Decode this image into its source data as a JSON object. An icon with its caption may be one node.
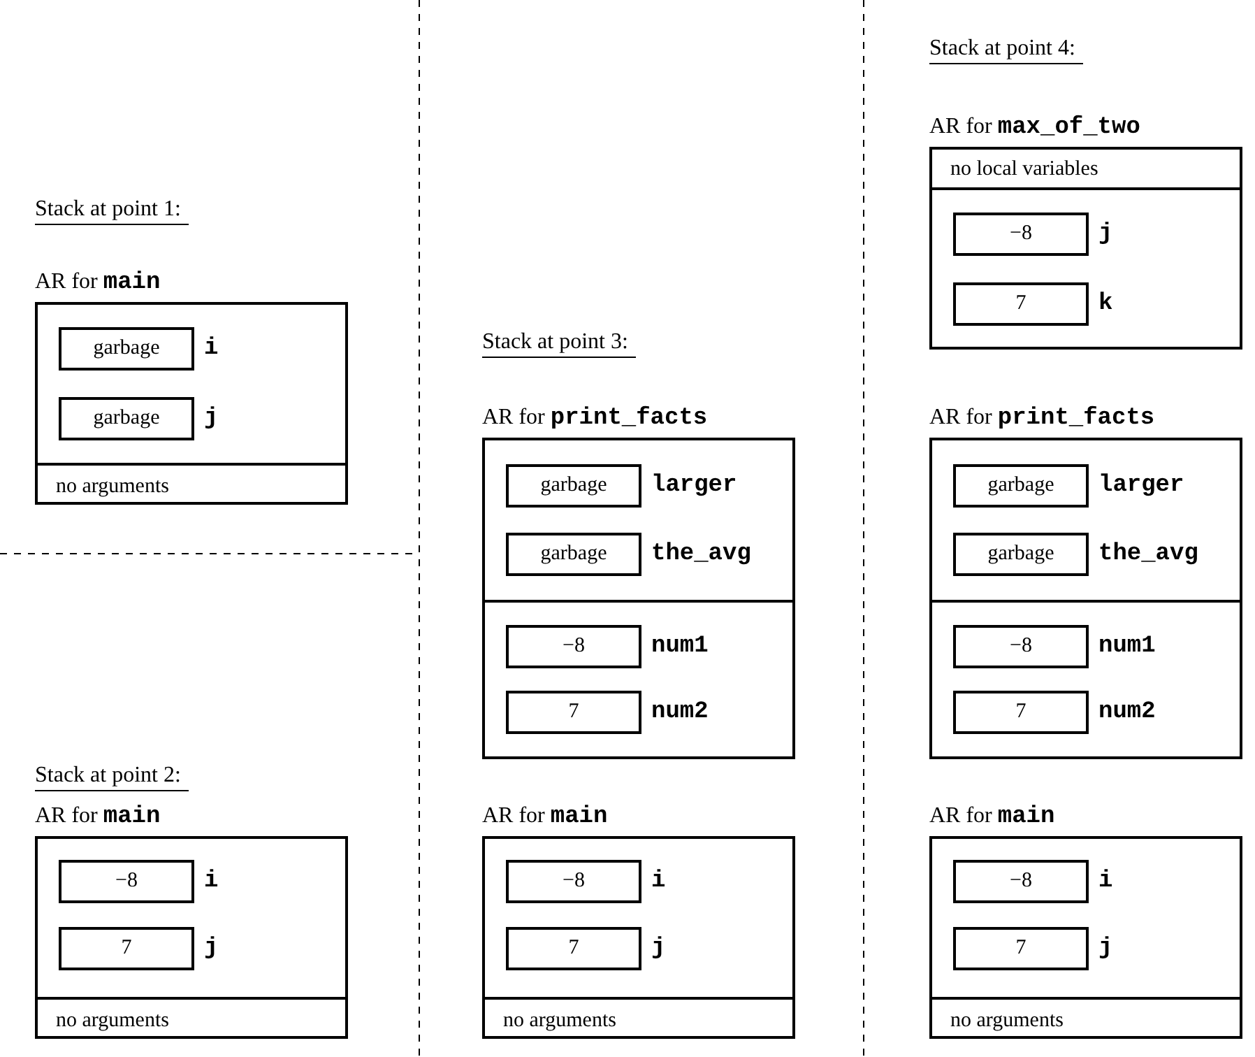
{
  "diagram": {
    "nodes": [
      {
        "text": [
          "AR for **main**"
        ]
      },
      {
        "text": [
          "garbage"
        ],
        "in": 0,
        "beside": [
          "i"
        ]
      },
      {
        "text": [
          "garbage"
        ],
        "in": 0,
        "beside": [
          "j"
        ]
      },
      {
        "text": [
          "no arguments"
        ],
        "in": 0
      },
      {
        "text": [
          "AR for **main**"
        ]
      },
      {
        "text": [
          "−8"
        ],
        "in": 4,
        "beside": [
          "i"
        ]
      },
      {
        "text": [
          "7"
        ],
        "in": 4,
        "beside": [
          "j"
        ]
      },
      {
        "text": [
          "no arguments"
        ],
        "in": 4
      },
      {
        "text": [
          "AR for **print_facts**"
        ]
      },
      {
        "text": [
          "garbage"
        ],
        "in": 8,
        "beside": [
          "larger"
        ]
      },
      {
        "text": [
          "garbage"
        ],
        "in": 8,
        "beside": [
          "the_avg"
        ]
      },
      {
        "text": [
          "−8"
        ],
        "in": 8,
        "beside": [
          "num1"
        ]
      },
      {
        "text": [
          "7"
        ],
        "in": 8,
        "beside": [
          "num2"
        ]
      },
      {
        "text": [
          "AR for **main**"
        ]
      },
      {
        "text": [
          "−8"
        ],
        "in": 13,
        "beside": [
          "i"
        ]
      },
      {
        "text": [
          "7"
        ],
        "in": 13,
        "beside": [
          "j"
        ]
      },
      {
        "text": [
          "no arguments"
        ],
        "in": 13
      },
      {
        "text": [
          "AR for **max_of_two**"
        ]
      },
      {
        "text": [
          "no local variables"
        ],
        "in": 17
      },
      {
        "text": [
          "−8"
        ],
        "in": 17,
        "beside": [
          "j"
        ]
      },
      {
        "text": [
          "7"
        ],
        "in": 17,
        "beside": [
          "k"
        ]
      },
      {
        "text": [
          "AR for **print_facts**"
        ]
      },
      {
        "text": [
          "garbage"
        ],
        "in": 21,
        "beside": [
          "larger"
        ]
      },
      {
        "text": [
          "garbage"
        ],
        "in": 21,
        "beside": [
          "the_avg"
        ]
      },
      {
        "text": [
          "−8"
        ],
        "in": 21,
        "beside": [
          "num1"
        ]
      },
      {
        "text": [
          "7"
        ],
        "in": 21,
        "beside": [
          "num2"
        ]
      },
      {
        "text": [
          "AR for **main**"
        ]
      },
      {
        "text": [
          "−8"
        ],
        "in": 26,
        "beside": [
          "i"
        ]
      },
      {
        "text": [
          "7"
        ],
        "in": 26,
        "beside": [
          "j"
        ]
      },
      {
        "text": [
          "no arguments"
        ],
        "in": 26
      }
    ],
    "labels": [
      "Stack at point 4:",
      "Stack at point 1:",
      "Stack at point 3:",
      "Stack at point 2:"
    ]
  }
}
